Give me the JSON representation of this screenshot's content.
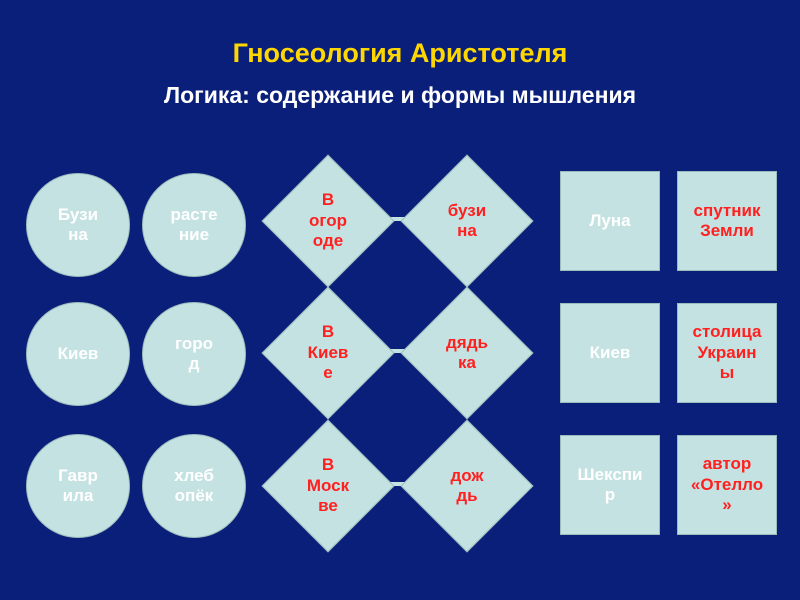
{
  "title": "Гносеология Аристотеля",
  "subtitle": "Логика: содержание и формы мышления",
  "rows": [
    {
      "circles": [
        "Бузи\nна",
        "расте\nние"
      ],
      "diamonds": [
        "В\nогор\nоде",
        "бузи\nна"
      ],
      "rects": [
        "Луна",
        "спутник\nЗемли"
      ]
    },
    {
      "circles": [
        "Киев",
        "горо\nд"
      ],
      "diamonds": [
        "В\nКиев\nе",
        "дядь\nка"
      ],
      "rects": [
        "Киев",
        "столица\nУкраин\nы"
      ]
    },
    {
      "circles": [
        "Гавр\nила",
        "хлеб\nопёк"
      ],
      "diamonds": [
        "В\nМоск\nве",
        "дож\nдь"
      ],
      "rects": [
        "Шекспи\nр",
        "автор\n«Отелло\n»"
      ]
    }
  ],
  "colors": {
    "background": "#0a1f7a",
    "title": "#ffd700",
    "shape_fill": "#c5e2e2",
    "white_text": "#ffffff",
    "red_text": "#ff2020"
  }
}
